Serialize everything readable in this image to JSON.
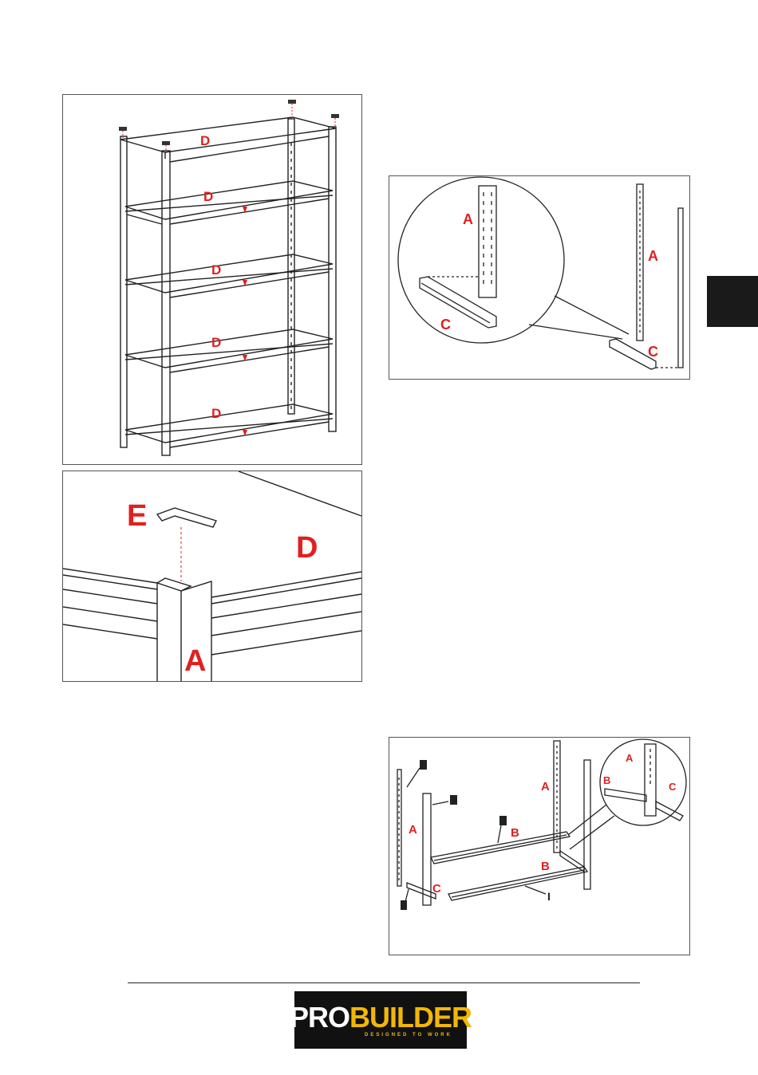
{
  "figures": {
    "shelf_unit": {
      "shelf_labels": [
        "D",
        "D",
        "D",
        "D",
        "D"
      ]
    },
    "corner_cap": {
      "cap_label": "E",
      "board_label": "D",
      "upright_label": "A"
    },
    "beam_connection": {
      "zoom_upright_label": "A",
      "zoom_beam_label": "C",
      "upright_label": "A",
      "beam_label": "C"
    },
    "frame_assembly": {
      "upright_left_label": "A",
      "upright_right_label": "A",
      "beam_front_label": "B",
      "beam_back_label": "B",
      "short_beam_label": "C",
      "zoom_upright_label": "A",
      "zoom_left_beam_label": "B",
      "zoom_right_beam_label": "C",
      "callout_bottom_label": "I"
    }
  },
  "logo": {
    "word_white": "PRO",
    "word_yellow": "BUILDER",
    "tagline": "DESIGNED TO WORK"
  },
  "colors": {
    "label_red": "#e02020",
    "logo_yellow": "#f2b705",
    "logo_bg": "#111111",
    "tab_bg": "#1a1a1a"
  }
}
